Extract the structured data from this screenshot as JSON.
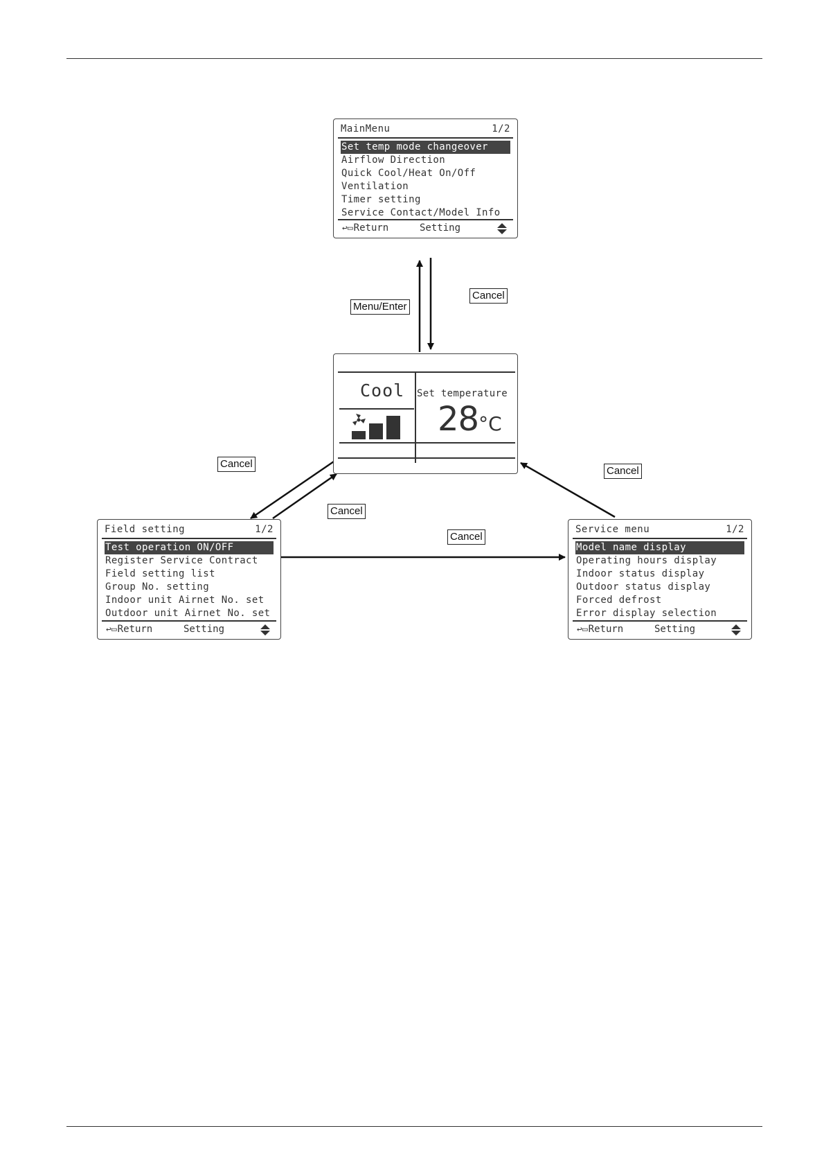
{
  "main_menu": {
    "title": "MainMenu",
    "page": "1/2",
    "items": [
      "Set temp mode changeover",
      "Airflow Direction",
      "Quick Cool/Heat On/Off",
      "Ventilation",
      "Timer setting",
      "Service Contact/Model Info"
    ],
    "footer": {
      "return": "Return",
      "setting": "Setting"
    }
  },
  "home_screen": {
    "mode": "Cool",
    "set_temp_label": "Set temperature",
    "temperature": "28",
    "unit": "°C"
  },
  "field_setting": {
    "title": "Field setting",
    "page": "1/2",
    "items": [
      "Test operation ON/OFF",
      "Register Service Contract",
      "Field setting list",
      "Group No. setting",
      "Indoor unit Airnet No. set",
      "Outdoor unit Airnet No. set"
    ],
    "footer": {
      "return": "Return",
      "setting": "Setting"
    }
  },
  "service_menu": {
    "title": "Service menu",
    "page": "1/2",
    "items": [
      "Model name display",
      "Operating hours display",
      "Indoor status display",
      "Outdoor status display",
      "Forced defrost",
      "Error display selection"
    ],
    "footer": {
      "return": "Return",
      "setting": "Setting"
    }
  },
  "labels": {
    "menu_enter": "Menu/Enter",
    "cancel": "Cancel"
  },
  "icons": [
    "return-icon",
    "up-down-icon",
    "fan-icon"
  ]
}
